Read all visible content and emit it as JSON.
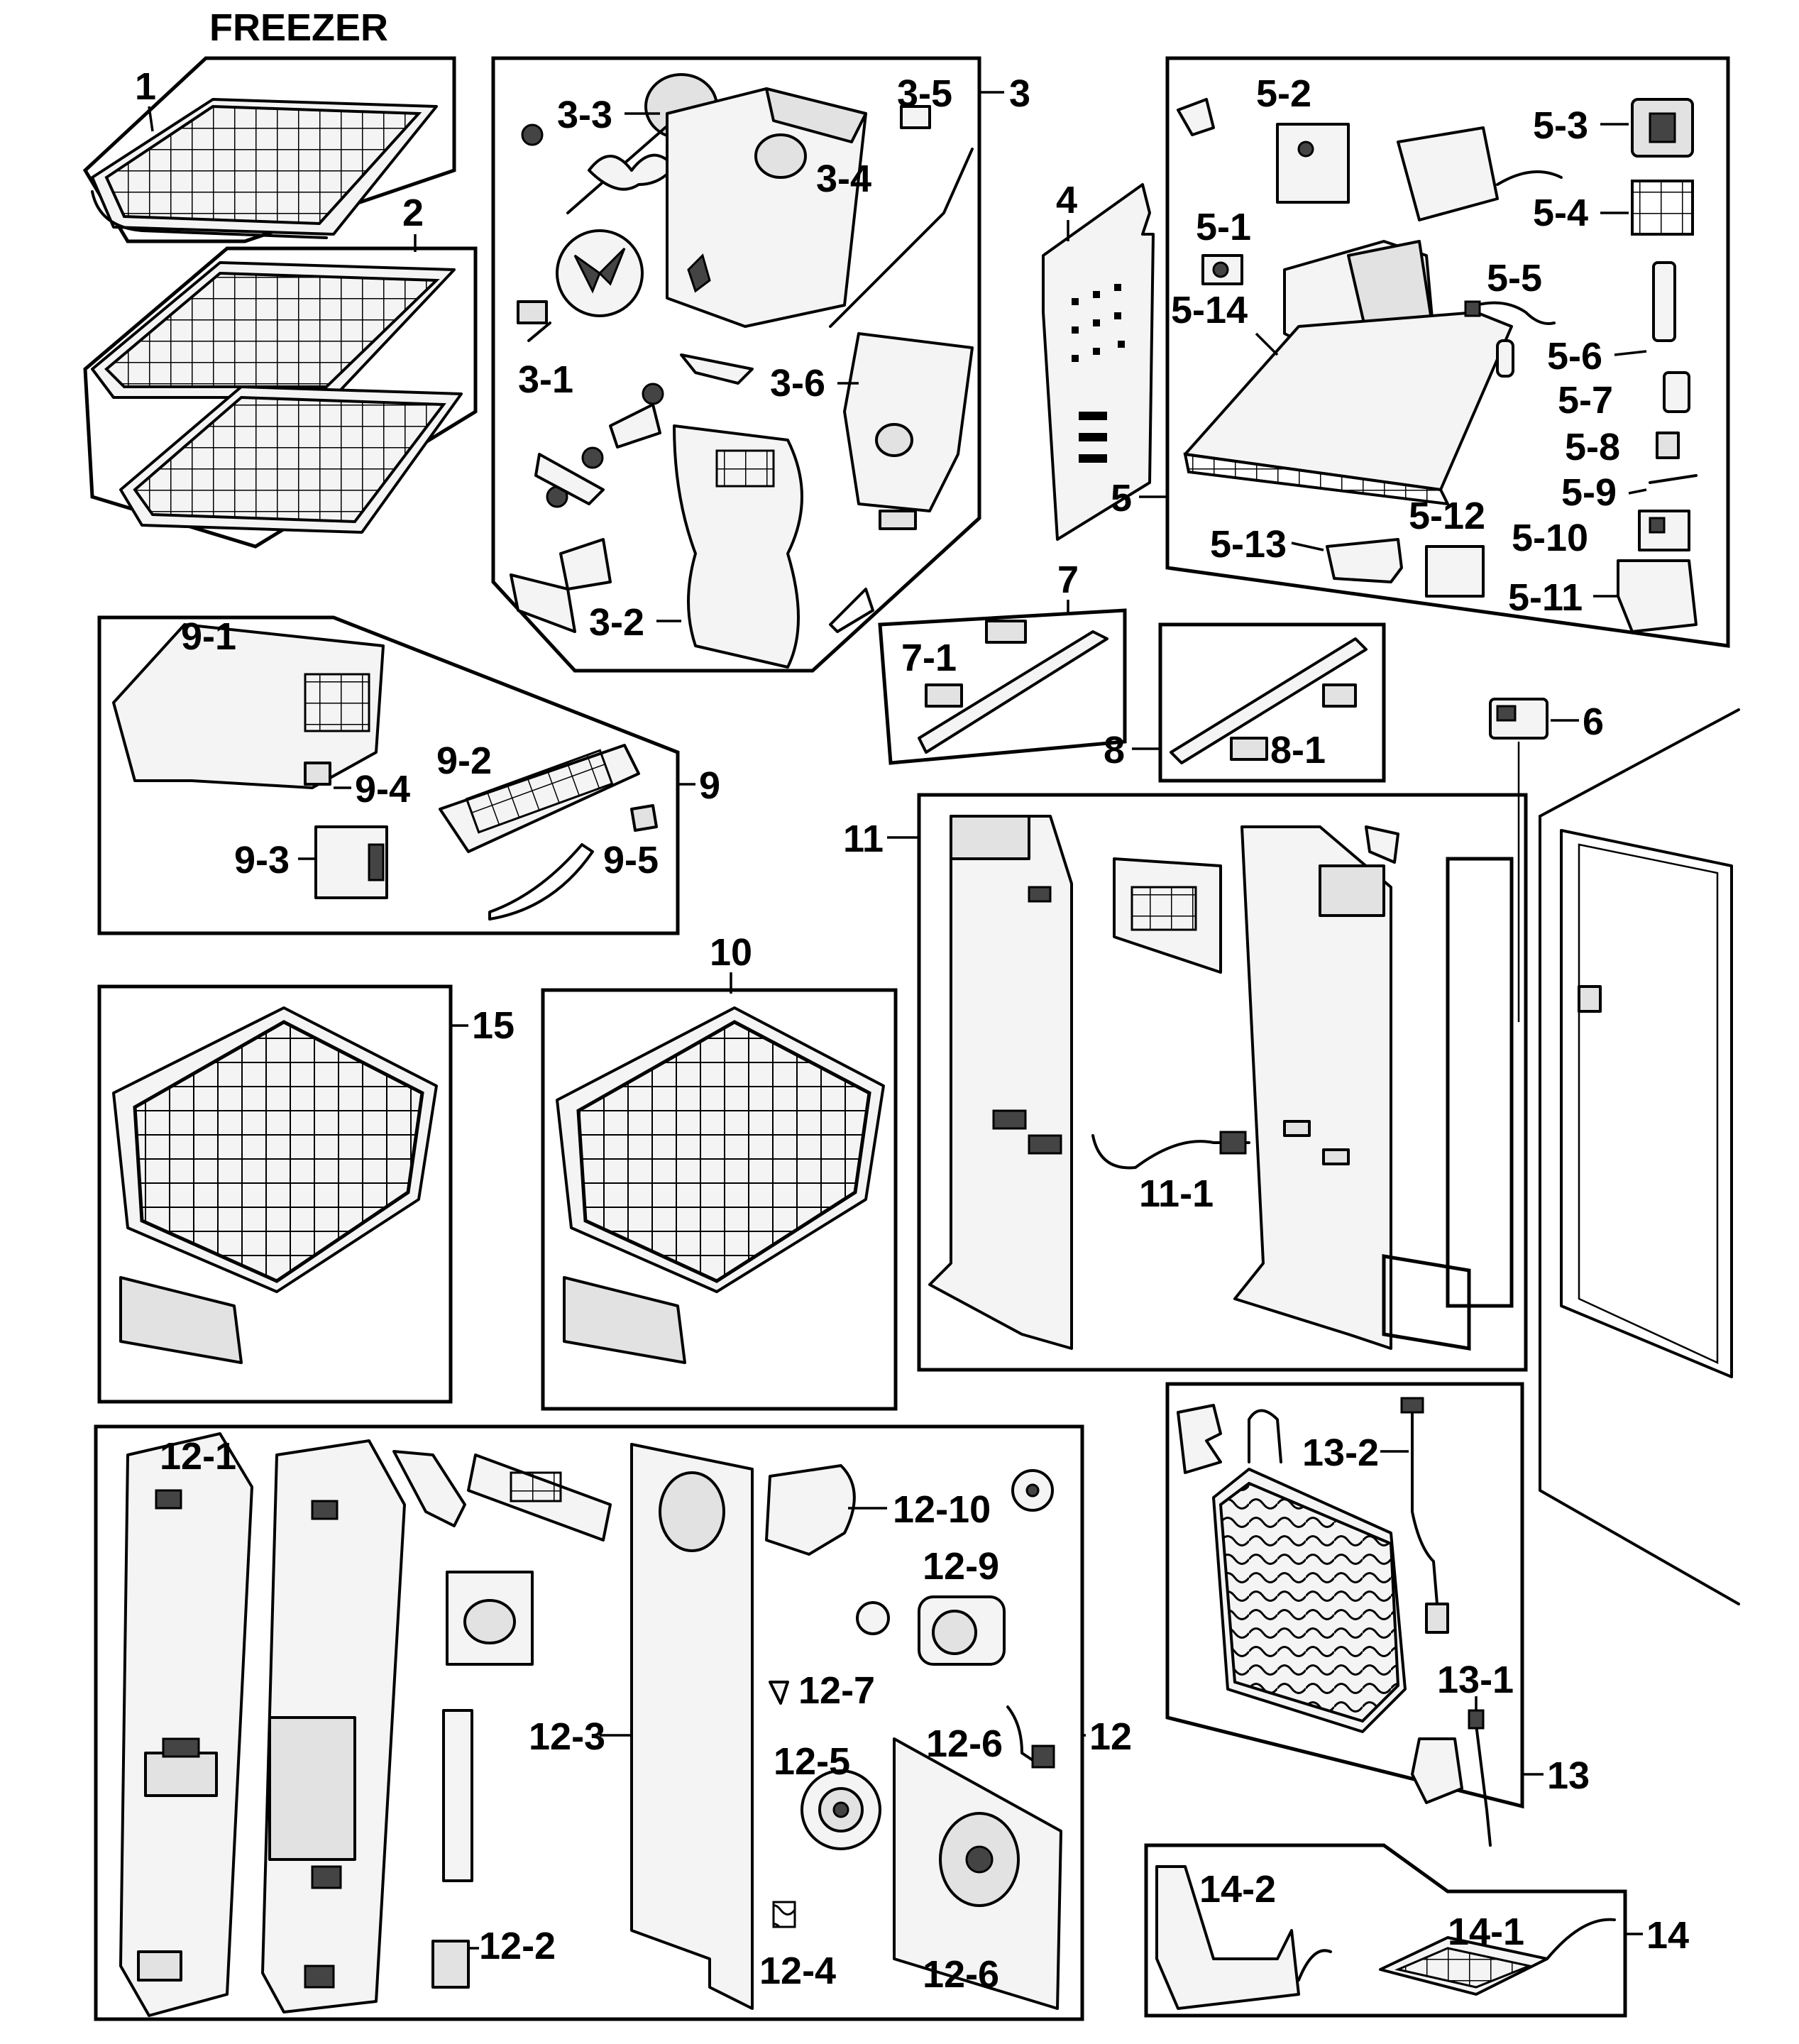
{
  "title": "FREEZER",
  "labels": {
    "l1": "1",
    "l2": "2",
    "l3": "3",
    "l3_1": "3-1",
    "l3_2": "3-2",
    "l3_3": "3-3",
    "l3_4": "3-4",
    "l3_5": "3-5",
    "l3_6": "3-6",
    "l4": "4",
    "l5": "5",
    "l5_1": "5-1",
    "l5_2": "5-2",
    "l5_3": "5-3",
    "l5_4": "5-4",
    "l5_5": "5-5",
    "l5_6": "5-6",
    "l5_7": "5-7",
    "l5_8": "5-8",
    "l5_9": "5-9",
    "l5_10": "5-10",
    "l5_11": "5-11",
    "l5_12": "5-12",
    "l5_13": "5-13",
    "l5_14": "5-14",
    "l6": "6",
    "l7": "7",
    "l7_1": "7-1",
    "l8": "8",
    "l8_1": "8-1",
    "l9": "9",
    "l9_1": "9-1",
    "l9_2": "9-2",
    "l9_3": "9-3",
    "l9_4": "9-4",
    "l9_5": "9-5",
    "l10": "10",
    "l11": "11",
    "l11_1": "11-1",
    "l12": "12",
    "l12_1": "12-1",
    "l12_2": "12-2",
    "l12_3": "12-3",
    "l12_4": "12-4",
    "l12_5": "12-5",
    "l12_6a": "12-6",
    "l12_6b": "12-6",
    "l12_7": "12-7",
    "l12_9": "12-9",
    "l12_10": "12-10",
    "l13": "13",
    "l13_1": "13-1",
    "l13_2": "13-2",
    "l14": "14",
    "l14_1": "14-1",
    "l14_2": "14-2",
    "l15": "15"
  }
}
